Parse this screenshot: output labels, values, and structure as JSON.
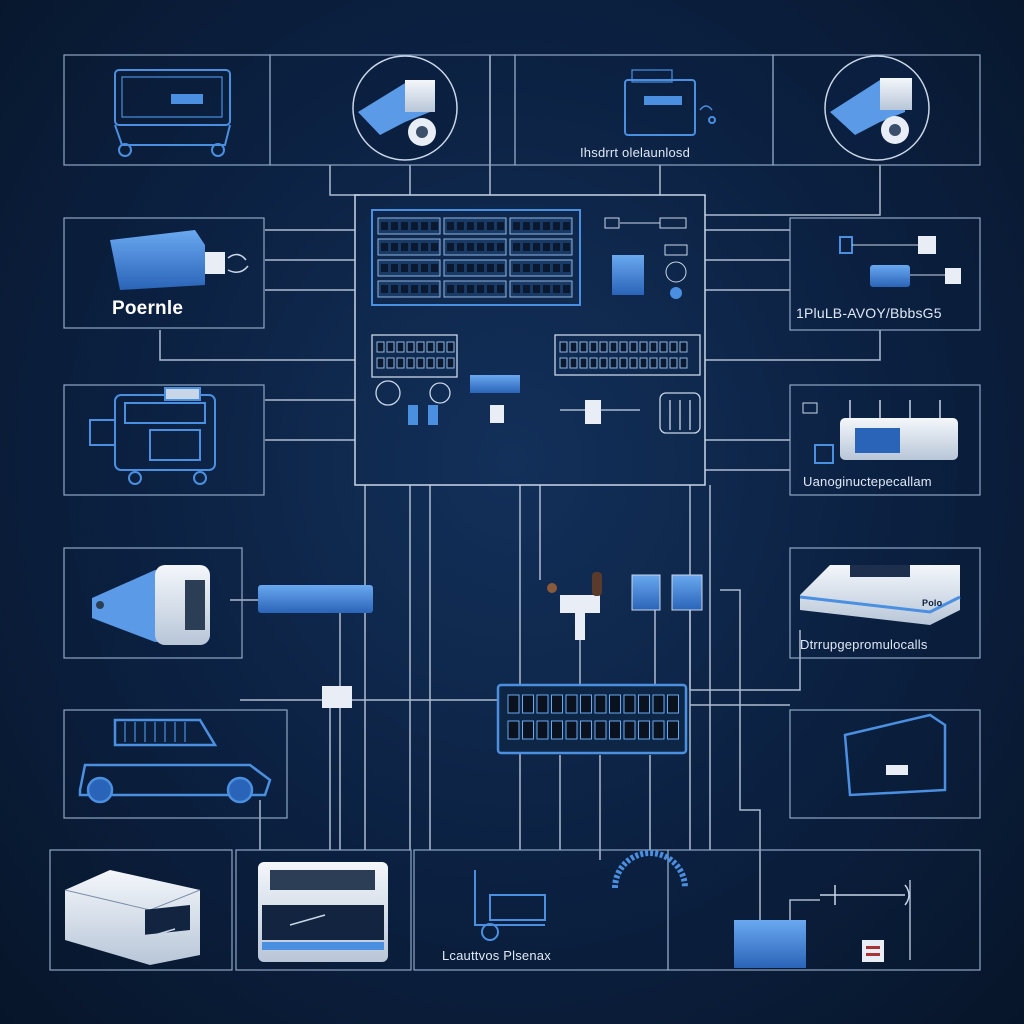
{
  "labels": {
    "top_center": "Ihsdrrt olelaunlosd",
    "left_2": "Poernle",
    "right_2": "1PluLB-AVOY/BbbsG5",
    "right_3": "Uanoginuctepecallam",
    "right_4": "Dtrrupgepromulocalls",
    "bottom_center": "Lcauttvos Plsenax",
    "small_tag": "Polo"
  },
  "colors": {
    "background": "#0b2040",
    "line": "#c9d6e8",
    "accent": "#4a8fe0",
    "panel_stroke": "#8fa6c4"
  }
}
